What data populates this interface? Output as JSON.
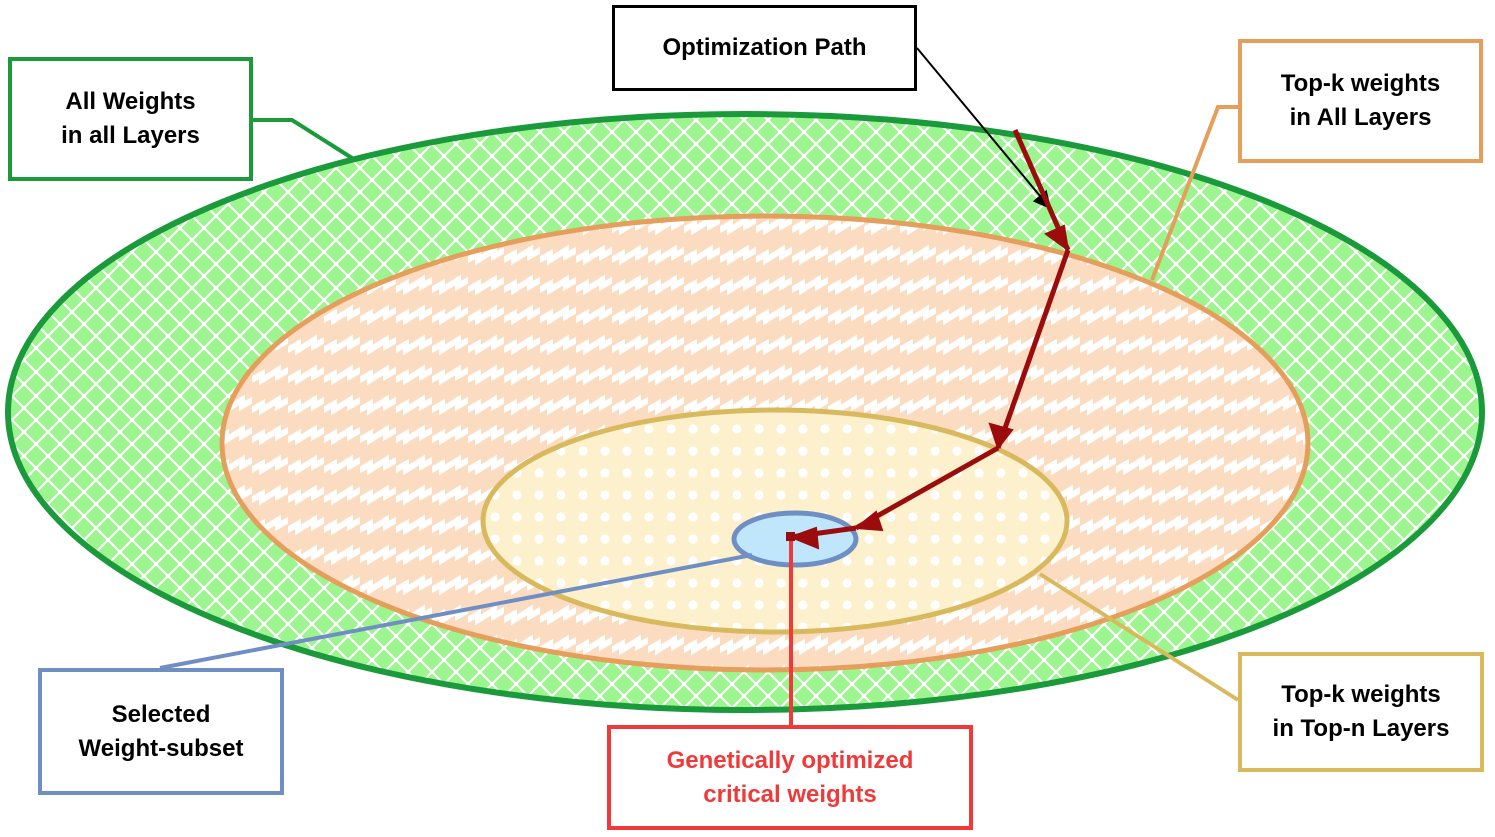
{
  "labels": {
    "all_weights": [
      "All Weights",
      "in all Layers"
    ],
    "optimization_path": [
      "Optimization Path"
    ],
    "topk_all_layers": [
      "Top-k weights",
      "in All Layers"
    ],
    "selected_subset": [
      "Selected",
      "Weight-subset"
    ],
    "topk_topn_layers": [
      "Top-k weights",
      "in Top-n Layers"
    ],
    "genetic_critical": [
      "Genetically optimized",
      "critical weights"
    ]
  },
  "colors": {
    "outer_fill": "#9df58f",
    "outer_stroke": "#1a9a3a",
    "middle_fill": "#fcdcc1",
    "middle_stroke": "#e59e5c",
    "inner_fill": "#fdf0cc",
    "inner_stroke": "#d9b95d",
    "core_fill": "#bfe6fb",
    "core_stroke": "#6f8fc4",
    "path": "#9b0c0c",
    "genetic": "#f03a3a"
  }
}
